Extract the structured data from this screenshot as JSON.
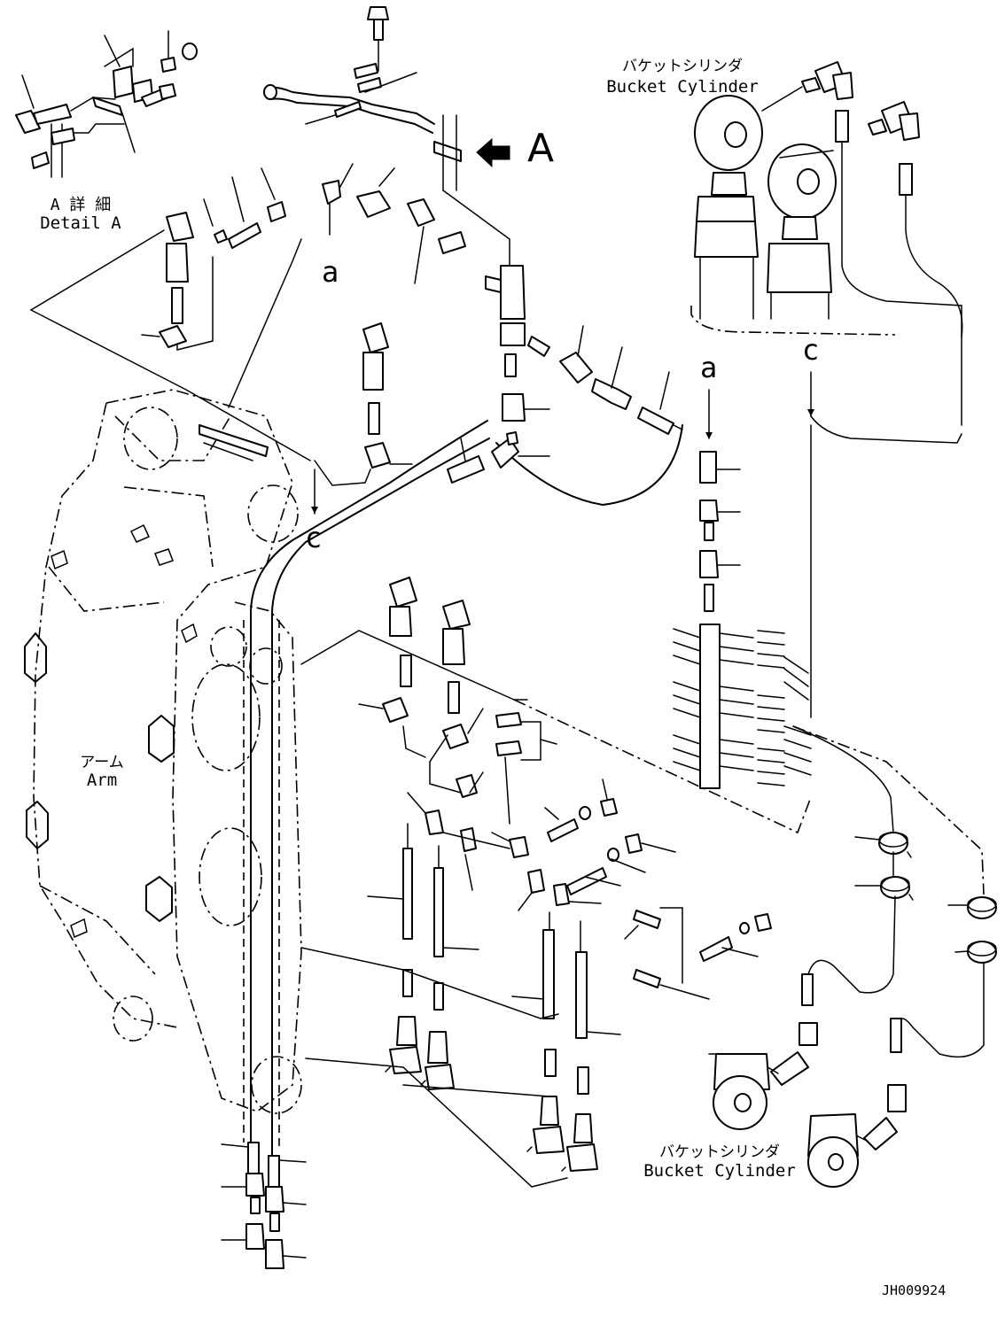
{
  "labels": {
    "detail_jp": "A 詳 細",
    "detail_en": "Detail A",
    "view_a": "A",
    "bucket_top_jp": "バケットシリンダ",
    "bucket_top_en": "Bucket Cylinder",
    "bucket_bottom_jp": "バケットシリンダ",
    "bucket_bottom_en": "Bucket Cylinder",
    "arm_jp": "アーム",
    "arm_en": "Arm",
    "ref_a_left": "a",
    "ref_a_right": "a",
    "ref_c_left": "c",
    "ref_c_right": "c",
    "drawing_no": "JH009924"
  },
  "icons": {
    "view_arrow": "arrow-left-icon"
  }
}
